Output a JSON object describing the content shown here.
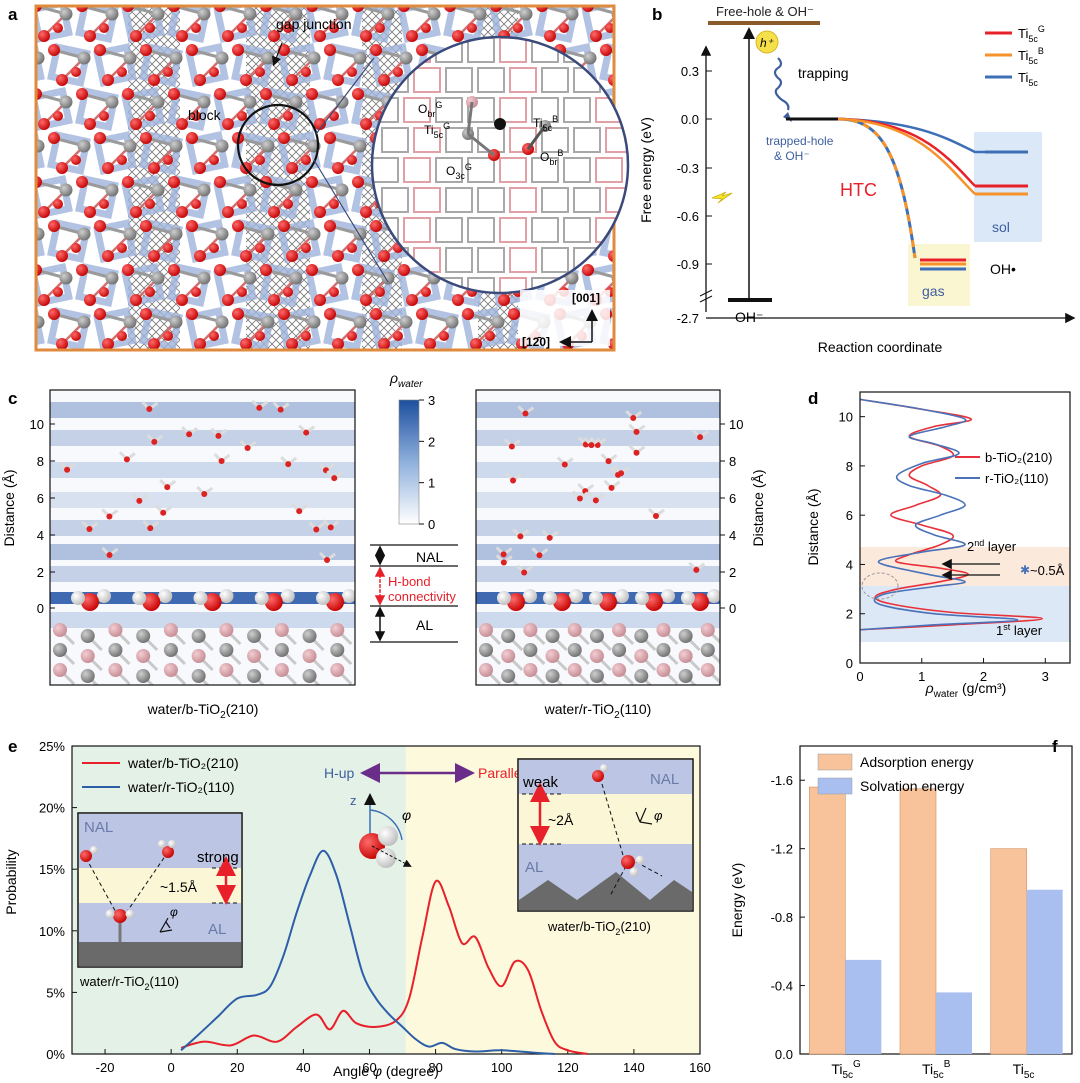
{
  "panels": {
    "a": {
      "letter": "a",
      "gap_label": "gap junction",
      "block_label": "block",
      "obr_g": "O",
      "obr_g_sub": "br",
      "obr_g_sup": "G",
      "ti5c_g": "Ti",
      "ti5c_g_sub": "5c",
      "ti5c_g_sup": "G",
      "o3c_g": "O",
      "o3c_g_sub": "3c",
      "o3c_g_sup": "G",
      "ti5c_b": "Ti",
      "ti5c_b_sub": "5c",
      "ti5c_b_sup": "B",
      "obr_b": "O",
      "obr_b_sub": "br",
      "obr_b_sup": "B",
      "dir_001": "[001]",
      "dir_120": "[12̄0]"
    },
    "b": {
      "letter": "b",
      "free_hole": "Free-hole & OH⁻",
      "h_plus": "h⁺",
      "trapping": "trapping",
      "trapped_hole_1": "trapped-hole",
      "trapped_hole_2": "& OH⁻",
      "htc": "HTC",
      "sol": "sol",
      "gas": "gas",
      "oh_radical": "OH•",
      "oh_minus": "OH⁻",
      "ylabel": "Free energy (eV)",
      "xlabel": "Reaction coordinate",
      "yticks": [
        "0.3",
        "0.0",
        "-0.3",
        "-0.6",
        "-0.9",
        "-2.7"
      ],
      "legend": [
        {
          "name": "Ti",
          "sub": "5c",
          "sup": "G",
          "color": "#e8202a"
        },
        {
          "name": "Ti",
          "sub": "5c",
          "sup": "B",
          "color": "#f5922a"
        },
        {
          "name": "Ti",
          "sub": "5c",
          "sup": "",
          "color": "#3d6fb6"
        }
      ]
    },
    "c": {
      "letter": "c",
      "ylabel": "Distance (Å)",
      "left_caption": "water/b-TiO",
      "left_caption_sub": "2",
      "left_caption_end": "(210)",
      "right_caption": "water/r-TiO",
      "right_caption_sub": "2",
      "right_caption_end": "(110)",
      "cbar_title": "ρ",
      "cbar_title_sub": "water",
      "cbar_ticks": [
        "3",
        "2",
        "1",
        "0"
      ],
      "nal": "NAL",
      "hbond_1": "H-bond",
      "hbond_2": "connectivity",
      "al": "AL",
      "yticks": [
        "10",
        "8",
        "6",
        "4",
        "2",
        "0"
      ]
    },
    "d": {
      "letter": "d",
      "ylabel": "Distance (Å)",
      "xlabel": "ρ",
      "xlabel_sub": "water",
      "xlabel_unit": " (g/cm³)",
      "second_layer": "2",
      "second_layer_sup": "nd",
      "second_layer_end": " layer",
      "first_layer": "1",
      "first_layer_sup": "st",
      "first_layer_end": " layer",
      "shift": "~0.5Å"
    },
    "e": {
      "letter": "e",
      "h_up": "H-up",
      "parallel": "Parallel",
      "z": "z",
      "phi": "φ",
      "nal": "NAL",
      "al": "AL",
      "strong": "strong",
      "weak": "weak",
      "d15": "~1.5Å",
      "d2": "~2Å",
      "inset_left": "water/r-TiO",
      "inset_left_sub": "2",
      "inset_left_end": "(110)",
      "inset_right": "water/b-TiO",
      "inset_right_sub": "2",
      "inset_right_end": "(210)"
    },
    "f": {
      "letter": "f",
      "ylabel": "Energy (eV)"
    }
  },
  "chart_data": [
    {
      "type": "line",
      "panel": "d",
      "xlabel": "ρwater (g/cm³)",
      "ylabel": "Distance (Å)",
      "xlim": [
        0,
        3.4
      ],
      "ylim": [
        0,
        11
      ],
      "xticks": [
        0,
        1,
        2,
        3
      ],
      "yticks": [
        0,
        2,
        4,
        6,
        8,
        10
      ],
      "series": [
        {
          "name": "b-TiO₂(210)",
          "color": "#e8313a",
          "points": [
            [
              0,
              1.35
            ],
            [
              1.5,
              1.55
            ],
            [
              2.95,
              1.8
            ],
            [
              1.5,
              2.05
            ],
            [
              0.5,
              2.4
            ],
            [
              0.25,
              2.7
            ],
            [
              0.6,
              3.0
            ],
            [
              1.3,
              3.3
            ],
            [
              1.75,
              3.6
            ],
            [
              1.3,
              3.85
            ],
            [
              0.6,
              4.1
            ],
            [
              0.8,
              4.4
            ],
            [
              1.3,
              4.8
            ],
            [
              1.5,
              5.2
            ],
            [
              1.0,
              5.6
            ],
            [
              0.5,
              6.0
            ],
            [
              0.9,
              6.4
            ],
            [
              1.3,
              6.8
            ],
            [
              1.1,
              7.2
            ],
            [
              0.8,
              7.6
            ],
            [
              1.0,
              8.0
            ],
            [
              1.5,
              8.4
            ],
            [
              1.3,
              8.8
            ],
            [
              0.8,
              9.2
            ],
            [
              1.2,
              9.6
            ],
            [
              1.8,
              9.9
            ],
            [
              1.0,
              10.3
            ],
            [
              0,
              10.7
            ]
          ]
        },
        {
          "name": "r-TiO₂(110)",
          "color": "#4a72b8",
          "points": [
            [
              0,
              1.35
            ],
            [
              1.2,
              1.55
            ],
            [
              2.55,
              1.75
            ],
            [
              1.2,
              2.0
            ],
            [
              0.3,
              2.4
            ],
            [
              0.4,
              2.8
            ],
            [
              1.2,
              3.1
            ],
            [
              1.7,
              3.3
            ],
            [
              1.1,
              3.6
            ],
            [
              0.3,
              4.1
            ],
            [
              1.0,
              4.5
            ],
            [
              1.7,
              4.8
            ],
            [
              1.2,
              5.2
            ],
            [
              0.9,
              5.6
            ],
            [
              1.3,
              6.0
            ],
            [
              1.7,
              6.4
            ],
            [
              1.4,
              6.8
            ],
            [
              0.8,
              7.2
            ],
            [
              0.6,
              7.6
            ],
            [
              1.0,
              8.1
            ],
            [
              1.6,
              8.5
            ],
            [
              1.2,
              8.9
            ],
            [
              0.8,
              9.2
            ],
            [
              1.4,
              9.6
            ],
            [
              1.7,
              9.9
            ],
            [
              1.0,
              10.3
            ],
            [
              0,
              10.7
            ]
          ]
        }
      ]
    },
    {
      "type": "line",
      "panel": "e",
      "xlabel": "Angle φ (degree)",
      "ylabel": "Probability",
      "xlim": [
        -30,
        160
      ],
      "ylim": [
        0,
        25
      ],
      "xticks": [
        -20,
        0,
        20,
        40,
        60,
        80,
        100,
        120,
        140,
        160
      ],
      "yticks": [
        0,
        5,
        10,
        15,
        20,
        25
      ],
      "ytick_suffix": "%",
      "series": [
        {
          "name": "water/b-TiO₂(210)",
          "color": "#e8202a",
          "points": [
            [
              3,
              0.5
            ],
            [
              10,
              1.0
            ],
            [
              18,
              0.7
            ],
            [
              25,
              1.5
            ],
            [
              32,
              1.0
            ],
            [
              38,
              2.2
            ],
            [
              44,
              3.2
            ],
            [
              48,
              2.0
            ],
            [
              52,
              3.5
            ],
            [
              56,
              2.5
            ],
            [
              62,
              2.2
            ],
            [
              68,
              2.7
            ],
            [
              72,
              4.5
            ],
            [
              76,
              9.5
            ],
            [
              80,
              14.0
            ],
            [
              84,
              12.0
            ],
            [
              88,
              9.0
            ],
            [
              92,
              9.5
            ],
            [
              96,
              7.0
            ],
            [
              100,
              5.5
            ],
            [
              104,
              7.5
            ],
            [
              108,
              6.8
            ],
            [
              112,
              3.5
            ],
            [
              116,
              1.0
            ],
            [
              120,
              0.3
            ],
            [
              126,
              0
            ]
          ]
        },
        {
          "name": "water/r-TiO₂(110)",
          "color": "#2d5ea8",
          "points": [
            [
              3,
              0.3
            ],
            [
              8,
              1.5
            ],
            [
              14,
              3.0
            ],
            [
              20,
              4.5
            ],
            [
              26,
              4.8
            ],
            [
              30,
              5.5
            ],
            [
              34,
              8.0
            ],
            [
              38,
              11.5
            ],
            [
              42,
              14.5
            ],
            [
              46,
              16.5
            ],
            [
              50,
              14.5
            ],
            [
              54,
              10.5
            ],
            [
              58,
              6.5
            ],
            [
              62,
              4.5
            ],
            [
              66,
              3.2
            ],
            [
              70,
              2.2
            ],
            [
              74,
              1.2
            ],
            [
              78,
              0.6
            ],
            [
              82,
              0.9
            ],
            [
              86,
              0.4
            ],
            [
              92,
              0.2
            ],
            [
              100,
              0.3
            ],
            [
              110,
              0.1
            ],
            [
              116,
              0
            ]
          ]
        }
      ]
    },
    {
      "type": "bar",
      "panel": "f",
      "categories": [
        "Ti5c^G",
        "Ti5c^B",
        "Ti5c"
      ],
      "ylabel": "Energy (eV)",
      "ylim": [
        0,
        -1.8
      ],
      "yticks": [
        "0.0",
        "-0.4",
        "-0.8",
        "-1.2",
        "-1.6"
      ],
      "series": [
        {
          "name": "Adsorption energy",
          "color": "#f8c39a",
          "values": [
            -1.56,
            -1.55,
            -1.2
          ]
        },
        {
          "name": "Solvation energy",
          "color": "#a9bff0",
          "values": [
            -0.55,
            -0.36,
            -0.96
          ]
        }
      ]
    }
  ]
}
